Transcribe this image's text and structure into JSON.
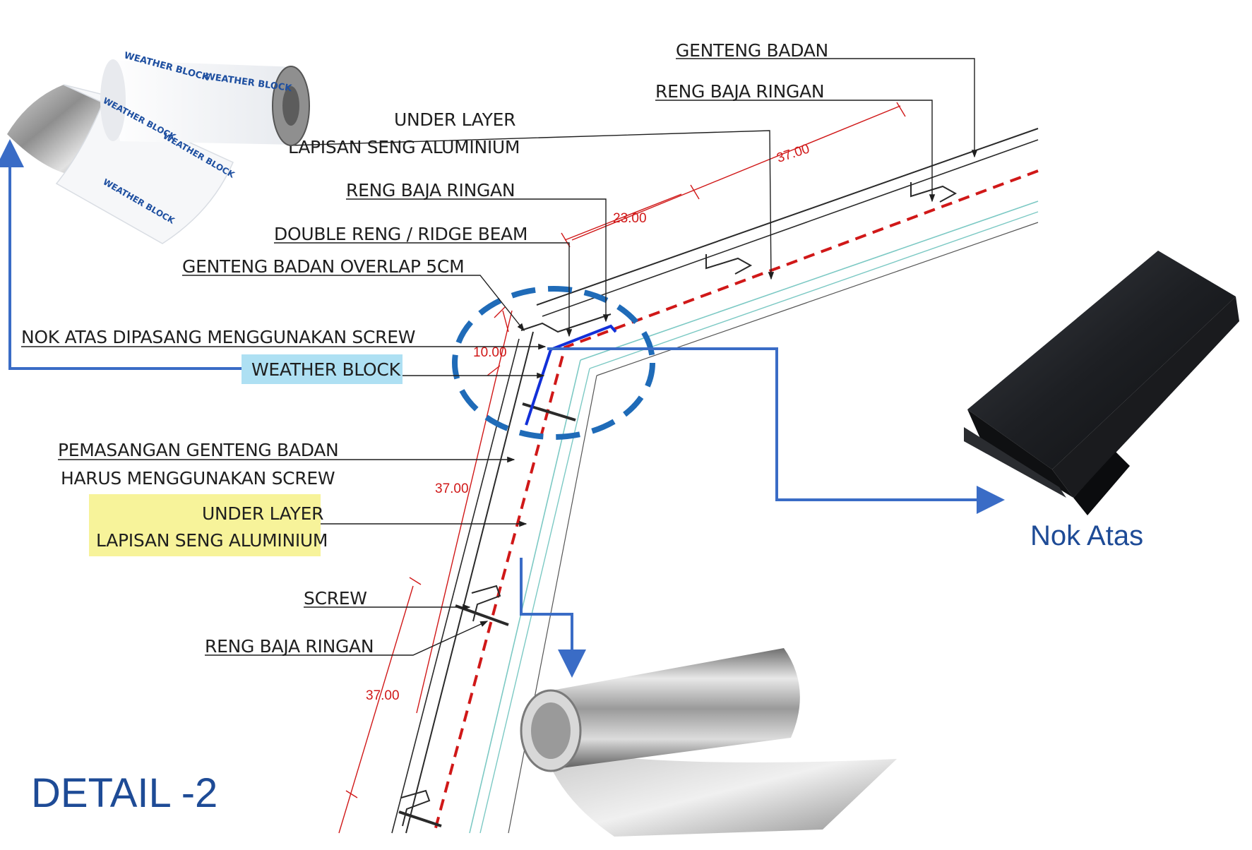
{
  "diagram": {
    "title": "DETAIL -2",
    "callouts": {
      "genteng_badan_top": "GENTENG BADAN",
      "reng_baja_ringan_top": "RENG BAJA RINGAN",
      "under_layer_top_line1": "UNDER LAYER",
      "under_layer_top_line2": "LAPISAN SENG ALUMINIUM",
      "reng_baja_ringan_mid": "RENG BAJA RINGAN",
      "double_reng": "DOUBLE RENG / RIDGE BEAM",
      "genteng_overlap": "GENTENG BADAN OVERLAP 5CM",
      "nok_atas_screw": "NOK ATAS DIPASANG MENGGUNAKAN SCREW",
      "weather_block": "WEATHER BLOCK",
      "pemasangan_line1": "PEMASANGAN GENTENG BADAN",
      "pemasangan_line2": "HARUS MENGGUNAKAN SCREW",
      "under_layer_bottom_line1": "UNDER LAYER",
      "under_layer_bottom_line2": "LAPISAN SENG ALUMINIUM",
      "screw": "SCREW",
      "reng_baja_ringan_bottom": "RENG BAJA RINGAN"
    },
    "dimensions": {
      "d1": "37.00",
      "d2": "23.00",
      "d3": "10.00",
      "d4": "37.00",
      "d5": "37.00"
    },
    "product_images": {
      "weather_block_roll": {
        "brand_text": "WEATHER BLOCK"
      },
      "nok_atas": {
        "caption": "Nok Atas"
      },
      "aluminium_roll": {}
    },
    "colors": {
      "leader_blue": "#3a6cc6",
      "dim_red": "#d01818",
      "highlight_blue": "#aee0f3",
      "highlight_yellow": "#f7f39a",
      "caption_blue": "#1e4b96"
    }
  }
}
